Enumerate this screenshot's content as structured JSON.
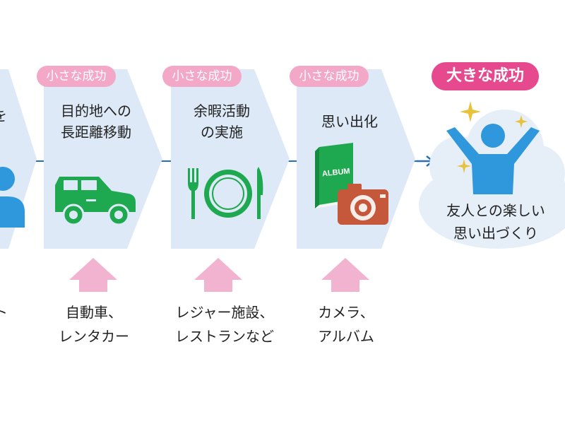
{
  "steps": [
    {
      "badge": "小さな成功",
      "title_lines": [
        "目的地への",
        "長距離移動"
      ],
      "icon": "car-icon",
      "tool_lines": [
        "自動車、",
        "レンタカー"
      ]
    },
    {
      "badge": "小さな成功",
      "title_lines": [
        "余暇活動",
        "の実施"
      ],
      "icon": "fork-plate-knife-icon",
      "tool_lines": [
        "レジャー施設、",
        "レストランなど"
      ]
    },
    {
      "badge": "小さな成功",
      "title_lines": [
        "思い出化"
      ],
      "icon": "album-camera-icon",
      "album_text": "ALBUM",
      "tool_lines": [
        "カメラ、",
        "アルバム"
      ]
    }
  ],
  "left_partial": {
    "title_fragment": "を",
    "tool_fragment": "ト",
    "icon": "person-icon"
  },
  "goal": {
    "badge": "大きな成功",
    "text_lines": [
      "友人との楽しい",
      "思い出づくり"
    ],
    "icon": "cheering-person-icon"
  },
  "colors": {
    "panel": "#dde9f6",
    "badge_small": "#f3a8c8",
    "badge_big": "#e6498d",
    "arrow_up": "#f2b3d0",
    "green": "#1ea84f",
    "blue": "#2f97dc",
    "camera": "#c5573b",
    "star": "#e8c23a",
    "cloud": "#e6eef8"
  }
}
